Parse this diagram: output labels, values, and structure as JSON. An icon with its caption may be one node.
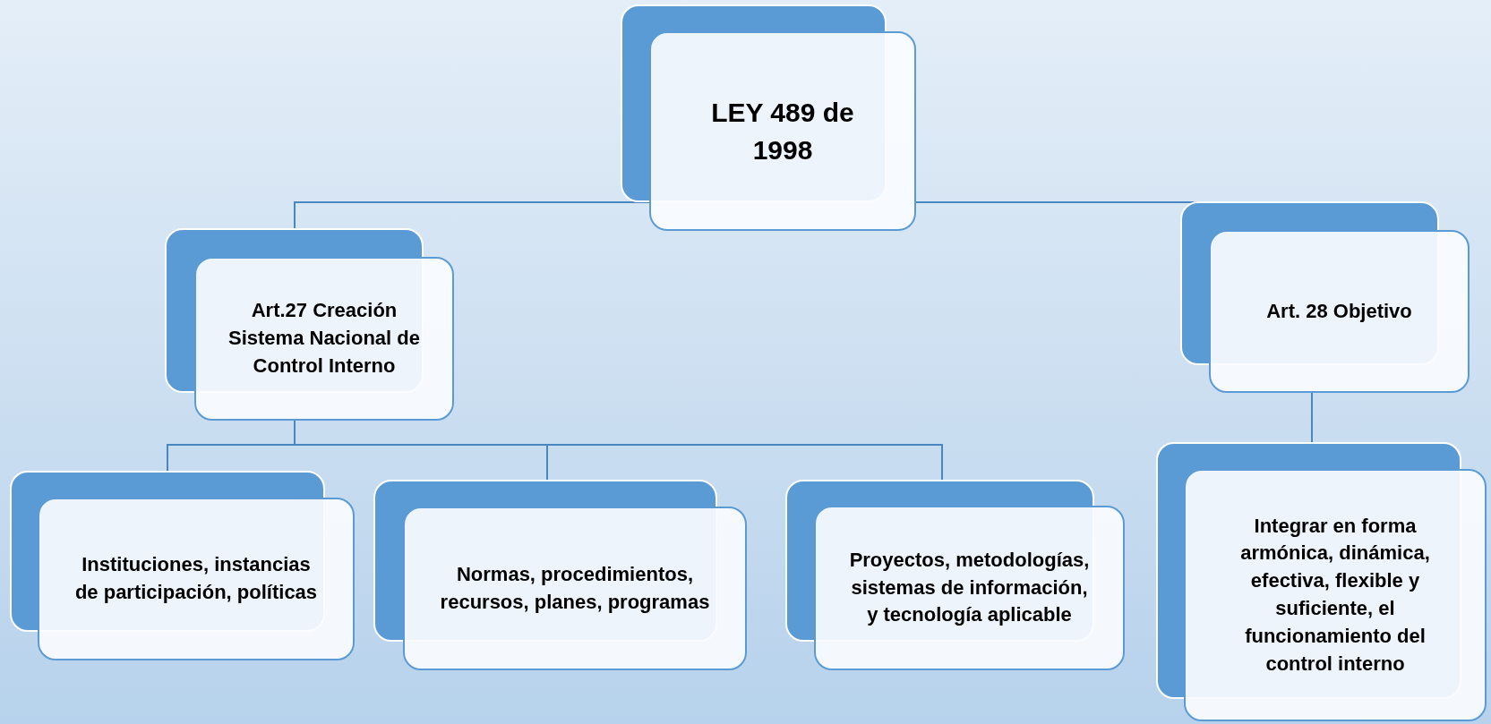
{
  "diagram": {
    "nodes": [
      {
        "text": [
          "LEY 489 de 1998"
        ]
      },
      {
        "text": [
          "Art.27 Creación Sistema Nacional de Control Interno"
        ]
      },
      {
        "text": [
          "Art. 28 Objetivo"
        ]
      },
      {
        "text": [
          "Instituciones, instancias de participación, políticas"
        ]
      },
      {
        "text": [
          "Normas, procedimientos, recursos, planes, programas"
        ]
      },
      {
        "text": [
          "Proyectos, metodologías, sistemas de información, y tecnología aplicable"
        ]
      },
      {
        "text": [
          "Integrar en forma armónica, dinámica, efectiva, flexible y suficiente, el funcionamiento del control interno"
        ]
      }
    ],
    "edges": [
      {
        "from": 0,
        "to": 1,
        "arrow": "none"
      },
      {
        "from": 0,
        "to": 2,
        "arrow": "none"
      },
      {
        "from": 1,
        "to": 3,
        "arrow": "none"
      },
      {
        "from": 1,
        "to": 4,
        "arrow": "none"
      },
      {
        "from": 1,
        "to": 5,
        "arrow": "none"
      },
      {
        "from": 2,
        "to": 6,
        "arrow": "none"
      }
    ]
  }
}
